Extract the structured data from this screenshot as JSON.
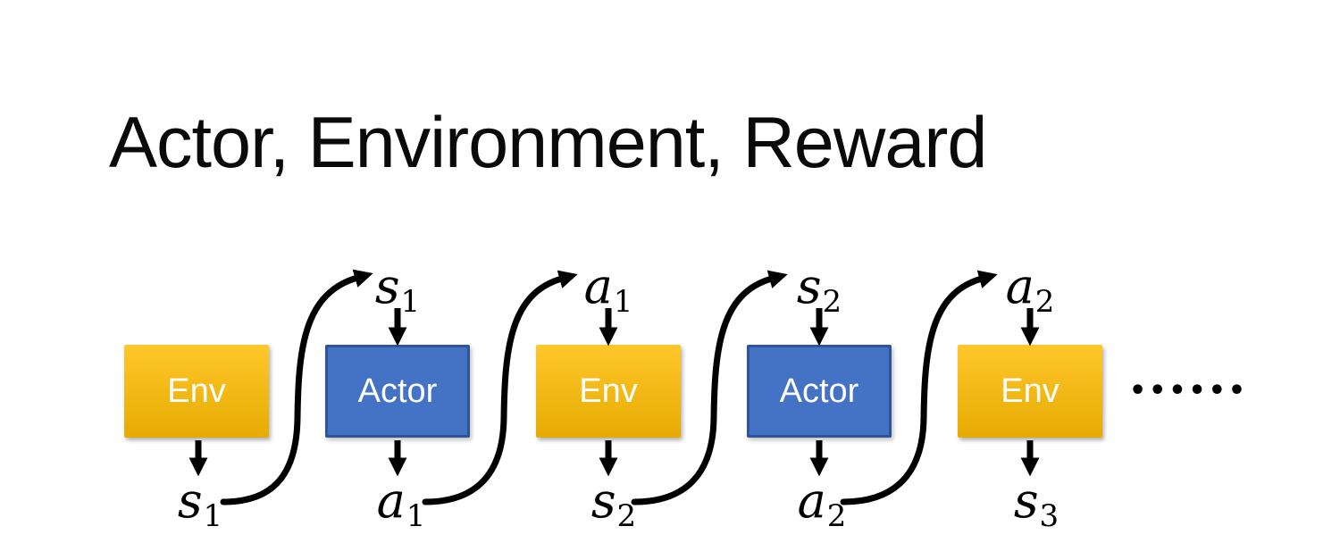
{
  "title": "Actor, Environment, Reward",
  "colors": {
    "title_text": "#0a0a0a",
    "env_gradient_top": "#FFC72B",
    "env_gradient_bottom": "#E6AB03",
    "actor_fill": "#4472C4",
    "actor_border": "#2F5597",
    "box_text": "#FFFFFF",
    "arrow": "#000000"
  },
  "diagram": {
    "boxes": [
      {
        "label": "Env",
        "kind": "env"
      },
      {
        "label": "Actor",
        "kind": "actor"
      },
      {
        "label": "Env",
        "kind": "env"
      },
      {
        "label": "Actor",
        "kind": "actor"
      },
      {
        "label": "Env",
        "kind": "env"
      }
    ],
    "top_labels": [
      {
        "letter": "s",
        "sub": "1"
      },
      {
        "letter": "a",
        "sub": "1"
      },
      {
        "letter": "s",
        "sub": "2"
      },
      {
        "letter": "a",
        "sub": "2"
      }
    ],
    "bottom_labels": [
      {
        "letter": "s",
        "sub": "1"
      },
      {
        "letter": "a",
        "sub": "1"
      },
      {
        "letter": "s",
        "sub": "2"
      },
      {
        "letter": "a",
        "sub": "2"
      },
      {
        "letter": "s",
        "sub": "3"
      }
    ],
    "ellipsis": "••••••"
  }
}
